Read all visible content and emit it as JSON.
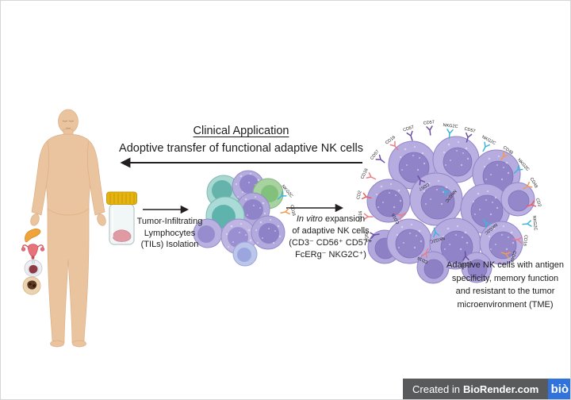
{
  "title": {
    "heading": "Clinical Application",
    "subtitle": "Adoptive transfer of functional adaptive NK cells"
  },
  "step1": {
    "lines": [
      "Tumor-Infiltrating",
      "Lymphocytes",
      "(TILs) Isolation"
    ]
  },
  "step2": {
    "line1_italic": "In vitro",
    "line1_rest": " expansion",
    "lines": [
      "of adaptive NK cells",
      "(CD3⁻ CD56⁺ CD57⁺",
      "FcERg⁻ NKG2C⁺)"
    ]
  },
  "caption": {
    "lines": [
      "Adaptive NK cells with antigen",
      "specificity, memory function",
      "and resistant to the tumor",
      "microenvironment (TME)"
    ]
  },
  "receptors": {
    "types": [
      "CD57",
      "NKG2C",
      "CD16",
      "CD2",
      "CD48"
    ]
  },
  "footer": {
    "created_prefix": "Created in",
    "brand": "BioRender.com",
    "logo": "biò"
  },
  "colors": {
    "footer_bar": "#595a5c",
    "logo_blue": "#3173dc",
    "cell_purple": "#b6acdf",
    "cell_nucleus_purple": "#9083c7",
    "cell_teal": "#a9d8d3",
    "cell_green": "#a8d2a0",
    "receptor_cd57": "#6a4fa3",
    "receptor_nkg2c": "#3db5dc",
    "receptor_cd16": "#ee7d87",
    "receptor_cd2": "#e85f5f",
    "receptor_cd48": "#f09a57",
    "skin": "#eac49e",
    "jar_lid": "#e5b410",
    "arrow": "#231f20"
  }
}
